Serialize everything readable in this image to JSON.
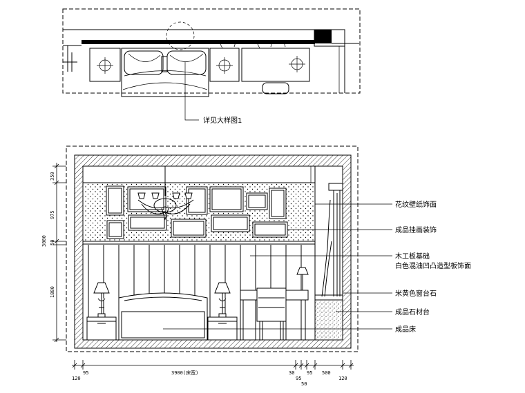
{
  "plan_callout": "详见大样图1",
  "labels": {
    "wallcovering": "花纹壁纸饰面",
    "frames": "成品挂画装饰",
    "panel_line1": "木工板基础",
    "panel_line2": "白色混油凹凸造型板饰面",
    "sill": "米黄色窗台石",
    "planter": "成品石材台",
    "bed": "成品床"
  },
  "dims_left": [
    "350",
    "975",
    "50",
    "1880"
  ],
  "dims_left_total": "3000",
  "dims_bottom": [
    "95",
    "120",
    "3900(床宽)",
    "30",
    "95",
    "50",
    "95",
    "500",
    "120"
  ],
  "colors": {
    "line": "#000000",
    "background": "#ffffff"
  }
}
